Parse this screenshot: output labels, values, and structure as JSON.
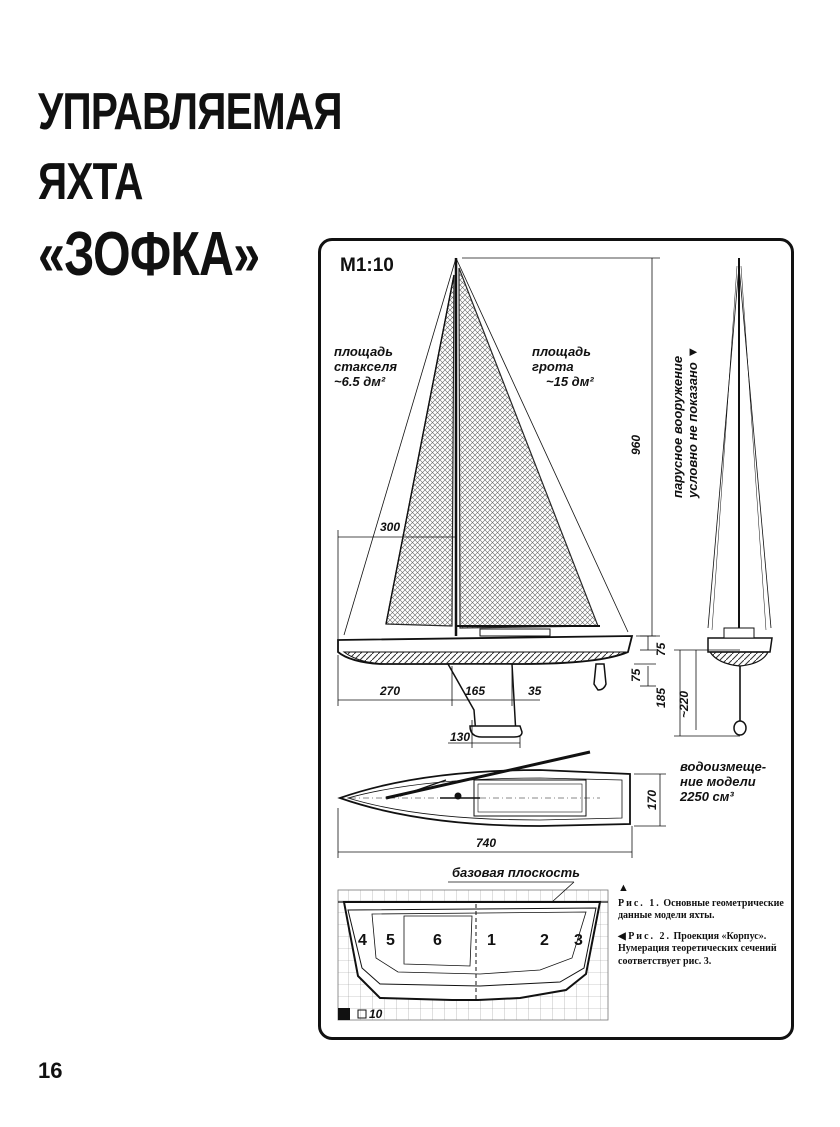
{
  "title": {
    "line1": "УПРАВЛЯЕМАЯ",
    "line2": "ЯХТА",
    "line3": "«ЗОФКА»"
  },
  "page_number": "16",
  "drawing": {
    "scale": "M1:10",
    "jib_area": {
      "line1": "площадь",
      "line2": "стакселя",
      "line3": "~6.5 дм²"
    },
    "main_area": {
      "line1": "площадь",
      "line2": "грота",
      "line3": "~15 дм²"
    },
    "rig_note": {
      "line1": "парусное вооружение",
      "line2": "условно не показано ▼"
    },
    "dims": {
      "mast_height": "960",
      "boom": "300",
      "hull_height": "75",
      "keel_depth": "75",
      "d_185": "185",
      "d_220": "~220",
      "d_270": "270",
      "d_165": "165",
      "d_35": "35",
      "d_130": "130",
      "beam": "170",
      "length": "740"
    },
    "displacement": {
      "line1": "водоизмеще-",
      "line2": "ние модели",
      "line3": "2250 см³"
    },
    "base_plane": "базовая плоскость",
    "sections": [
      "4",
      "5",
      "6",
      "1",
      "2",
      "3"
    ],
    "grid_label": "10"
  },
  "captions": {
    "fig1": {
      "marker": "▲",
      "label": "Рис. 1.",
      "text": "Основные геометрические данные модели яхты."
    },
    "fig2": {
      "marker": "◀",
      "label": "Рис. 2.",
      "text": "Проекция «Корпус».",
      "note": "Нумерация теоретических сечений соответствует рис. 3."
    }
  }
}
